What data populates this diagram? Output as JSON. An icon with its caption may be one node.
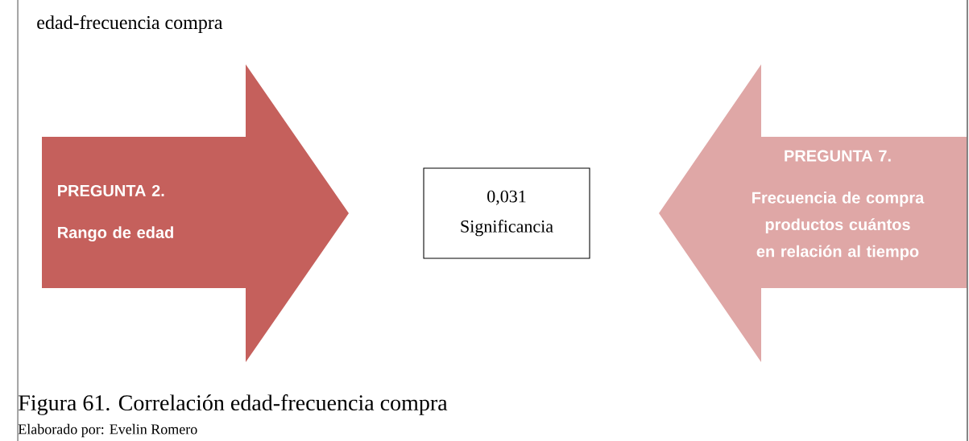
{
  "diagram": {
    "caption": "Figura 61. Correlación edad-frecuencia compra",
    "nodes": [
      {
        "text": [
          "PREGUNTA 2.",
          "Rango de edad"
        ]
      },
      {
        "text": [
          "0,031",
          "Significancia"
        ]
      },
      {
        "text": [
          "PREGUNTA 7.",
          "Frecuencia de compra productos cuántos en relación al tiempo"
        ]
      }
    ],
    "labels": [
      "edad-frecuencia compra",
      "Elaborado por: Evelin Romero"
    ]
  }
}
